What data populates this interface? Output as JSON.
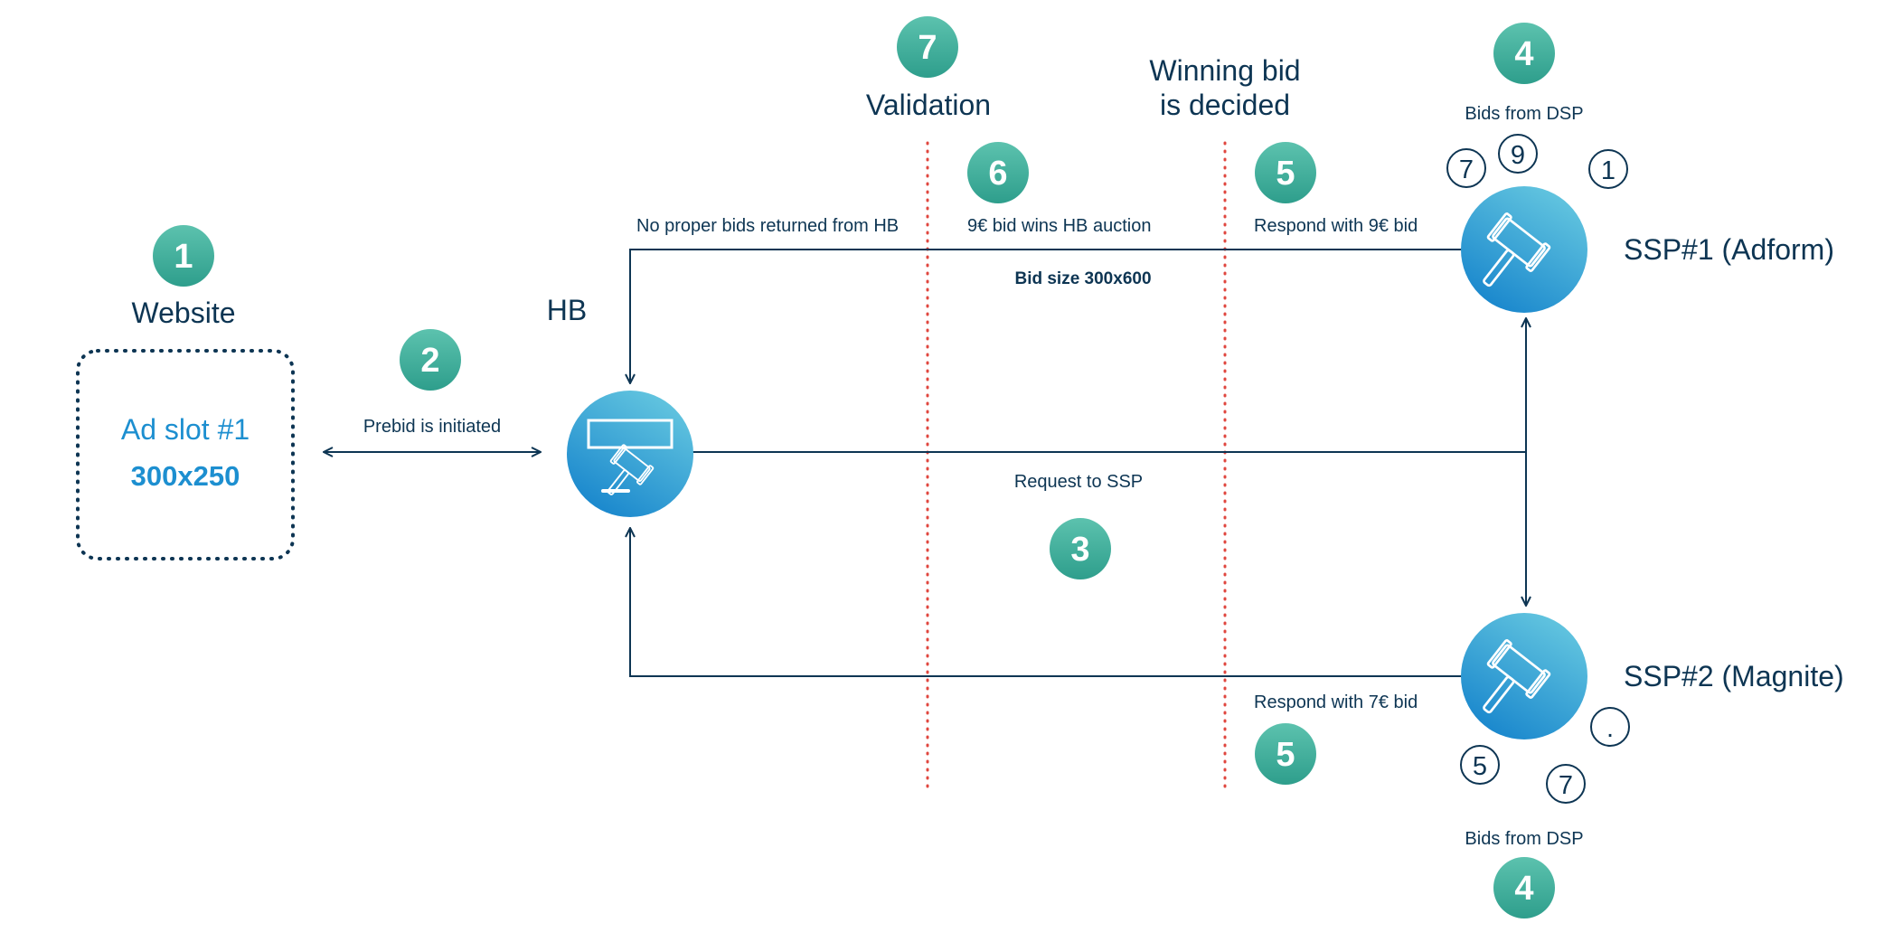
{
  "colors": {
    "navy": "#0d3553",
    "teal": "#3aab99",
    "teal_light": "#5cc2ae",
    "blue": "#1d8fd0",
    "blue_light": "#5ec2e0",
    "dotted_red": "#e0473f",
    "white": "#ffffff"
  },
  "website": {
    "step": "1",
    "title": "Website",
    "slot_label": "Ad slot #1",
    "slot_size": "300x250"
  },
  "prebid": {
    "step": "2",
    "label": "Prebid is initiated"
  },
  "hb": {
    "title": "HB",
    "icon": "gavel-icon"
  },
  "request": {
    "label": "Request to SSP",
    "step": "3"
  },
  "validation": {
    "step": "7",
    "title": "Validation"
  },
  "winning": {
    "title_line1": "Winning bid",
    "title_line2": "is decided"
  },
  "top_path": {
    "no_bids_label": "No proper bids returned from HB",
    "step_6": "6",
    "wins_label": "9€ bid wins HB auction",
    "bid_size_label": "Bid size 300x600",
    "step_5": "5",
    "respond_label": "Respond with 9€ bid"
  },
  "bottom_path": {
    "respond_label": "Respond with 7€ bid",
    "step_5": "5"
  },
  "ssp1": {
    "step": "4",
    "bids_label": "Bids from DSP",
    "name": "SSP#1 (Adform)",
    "bubbles": [
      "7",
      "9",
      "1"
    ],
    "icon": "gavel-icon"
  },
  "ssp2": {
    "step": "4",
    "bids_label": "Bids from DSP",
    "name": "SSP#2 (Magnite)",
    "bubbles": [
      ".",
      "5",
      "7"
    ],
    "icon": "gavel-icon"
  }
}
